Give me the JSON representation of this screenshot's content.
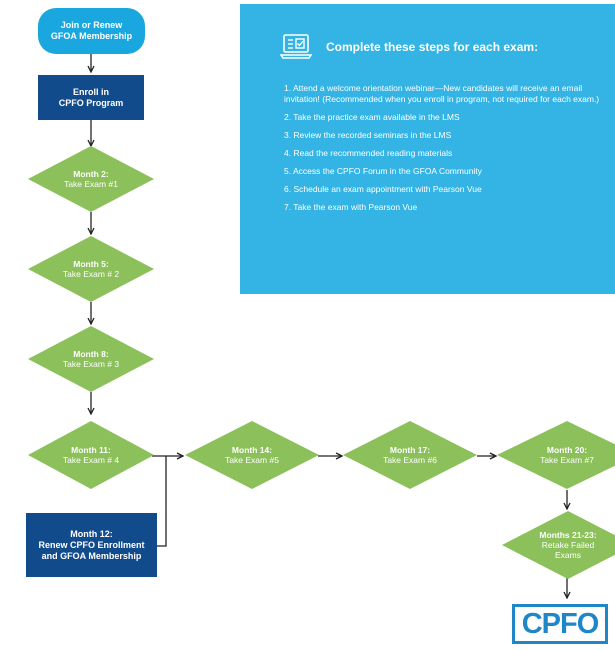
{
  "flow": {
    "start": {
      "line1": "Join or Renew",
      "line2": "GFOA Membership"
    },
    "enroll": {
      "line1": "Enroll in",
      "line2": "CPFO Program"
    },
    "renew": {
      "line1": "Month 12:",
      "line2": "Renew CPFO Enrollment",
      "line3": "and GFOA Membership"
    },
    "exams": [
      {
        "month": "Month 2:",
        "label": "Take Exam #1"
      },
      {
        "month": "Month 5:",
        "label": "Take Exam # 2"
      },
      {
        "month": "Month 8:",
        "label": "Take Exam # 3"
      },
      {
        "month": "Month 11:",
        "label": "Take Exam # 4"
      },
      {
        "month": "Month 14:",
        "label": "Take Exam #5"
      },
      {
        "month": "Month 17:",
        "label": "Take Exam #6"
      },
      {
        "month": "Month 20:",
        "label": "Take Exam #7"
      }
    ],
    "retake": {
      "month": "Months 21-23:",
      "line2": "Retake Failed",
      "line3": "Exams"
    }
  },
  "panel": {
    "title": "Complete these steps for each exam:",
    "icon": "laptop-checklist-icon",
    "steps": [
      "1. Attend a welcome orientation webinar—New candidates will receive an email invitation! (Recommended when you enroll in program, not required for each exam.)",
      "2. Take the practice exam available in the LMS",
      "3. Review the recorded seminars in the LMS",
      "4. Read the recommended reading materials",
      "5. Access the CPFO Forum in the GFOA Community",
      "6. Schedule an exam appointment with Pearson Vue",
      "7. Take the exam with Pearson Vue"
    ]
  },
  "logo": {
    "text": "CPFO"
  },
  "colors": {
    "pill": "#1aa7e0",
    "rect": "#124b8c",
    "diamond": "#8cc05a",
    "panel": "#33b4e4"
  }
}
